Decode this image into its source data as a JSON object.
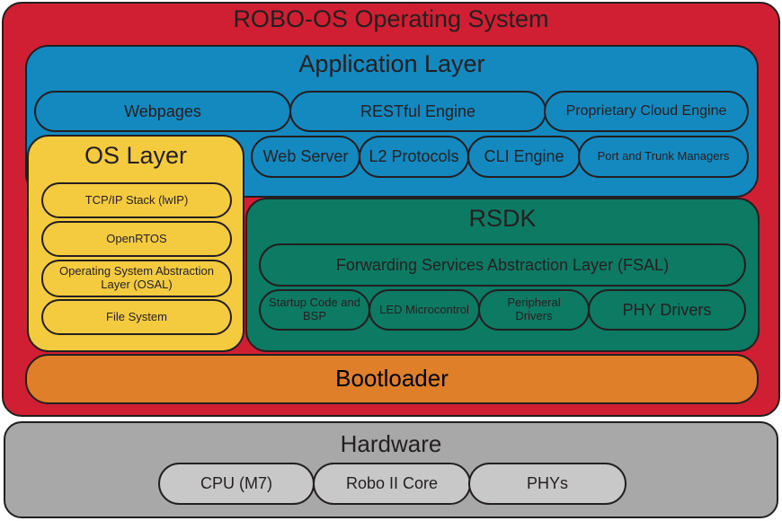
{
  "system": {
    "title": "ROBO-OS Operating System",
    "colors": {
      "system": "#d01f32",
      "application": "#1389bf",
      "os": "#f4cb3f",
      "rsdk": "#0d7a63",
      "bootloader": "#df7f2a",
      "hardware": "#a8a8a9"
    }
  },
  "application_layer": {
    "title": "Application Layer",
    "row1": [
      "Webpages",
      "RESTful Engine",
      "Proprietary Cloud Engine"
    ],
    "row2": [
      "Web Server",
      "L2 Protocols",
      "CLI Engine",
      "Port and Trunk Managers"
    ]
  },
  "os_layer": {
    "title": "OS Layer",
    "items": [
      "TCP/IP Stack (lwIP)",
      "OpenRTOS",
      "Operating System Abstraction Layer (OSAL)",
      "File System"
    ]
  },
  "rsdk": {
    "title": "RSDK",
    "fsal": "Forwarding Services Abstraction Layer (FSAL)",
    "items": [
      "Startup Code and BSP",
      "LED Microcontrol",
      "Peripheral Drivers",
      "PHY Drivers"
    ]
  },
  "bootloader": {
    "label": "Bootloader"
  },
  "hardware": {
    "title": "Hardware",
    "items": [
      "CPU (M7)",
      "Robo II Core",
      "PHYs"
    ]
  }
}
